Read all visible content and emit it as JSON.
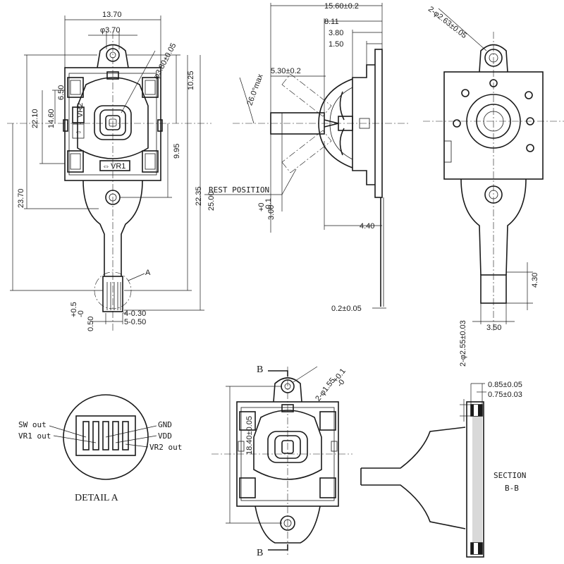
{
  "front_view": {
    "dims": {
      "width_top": "13.70",
      "hole_dia": "φ3.70",
      "knob_dia": "φ3.80±0.05",
      "right_upper": "10.25",
      "left_650": "6.50",
      "left_1460": "14.60",
      "left_2210": "22.10",
      "left_2370": "23.70",
      "right_995": "9.95",
      "right_2235": "22.35",
      "right_2500": "25.00",
      "pin_width": "0.50",
      "pin_width_tol_upper": "+0.5",
      "pin_width_tol_lower": "-0",
      "pins_pitch_a": "4-0.30",
      "pins_pitch_b": "5-0.50"
    },
    "labels": {
      "vr2": "VR2",
      "vr1": "VR1",
      "detail_marker": "A",
      "arrow_vr2": "⇔",
      "arrow_vr1": "⇔"
    }
  },
  "side_view": {
    "dims": {
      "total_length": "15.60±0.2",
      "d_811": "8.11",
      "d_380": "3.80",
      "d_150": "1.50",
      "d_530": "5.30±0.2",
      "angle": "26.0°max",
      "d_440": "4.40",
      "d_300": "3.00",
      "d_300_tol_upper": "+0",
      "d_300_tol_lower": "-0.1",
      "thickness": "0.2±0.05"
    },
    "labels": {
      "rest_position": "REST POSITION"
    }
  },
  "back_view": {
    "dims": {
      "mount_holes": "2-φ2.63±0.05",
      "d_430": "4.30",
      "d_350": "3.50"
    }
  },
  "detail_a": {
    "title": "DETAIL A",
    "pins": [
      "SW out",
      "VR1 out",
      "GND",
      "VDD",
      "VR2 out"
    ]
  },
  "bottom_view": {
    "section_marker": "B",
    "dims": {
      "hole_dia": "2-φ1.55",
      "hole_dia_tol_upper": "+0.1",
      "hole_dia_tol_lower": "-0",
      "height": "18.40±0.05"
    }
  },
  "section_bb": {
    "title": "SECTION",
    "subtitle": "B-B",
    "dims": {
      "hole_dia": "2-φ2.55±0.03",
      "d_085": "0.85±0.05",
      "d_075": "0.75±0.03"
    }
  }
}
